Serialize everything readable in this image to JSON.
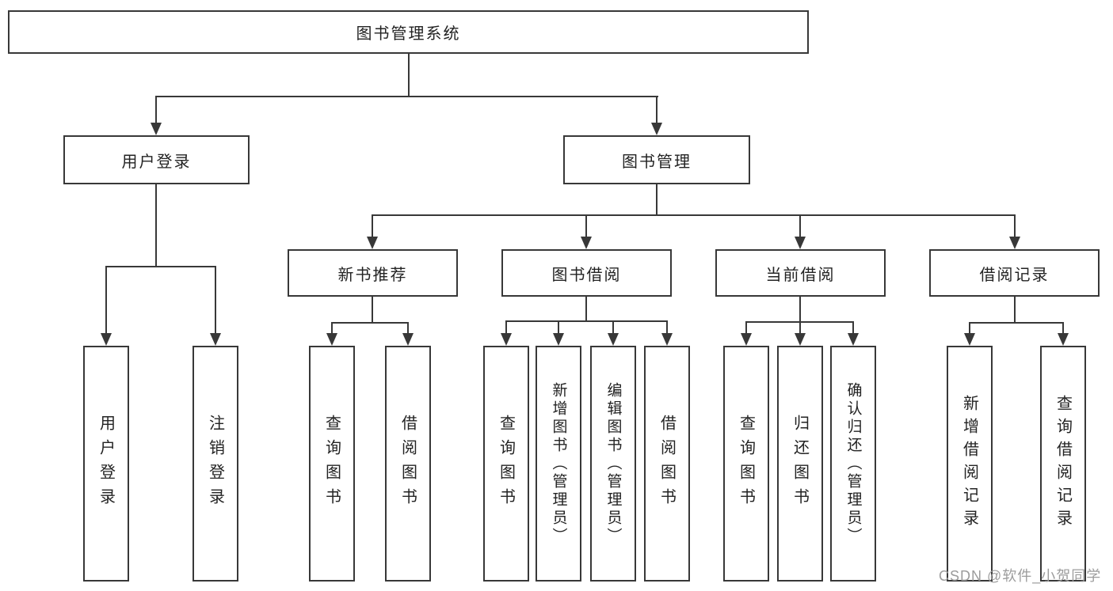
{
  "tree": {
    "root": "图书管理系统",
    "children": [
      {
        "label": "用户登录",
        "children": [
          {
            "label": "用户登录"
          },
          {
            "label": "注销登录"
          }
        ]
      },
      {
        "label": "图书管理",
        "children": [
          {
            "label": "新书推荐",
            "children": [
              {
                "label": "查询图书"
              },
              {
                "label": "借阅图书"
              }
            ]
          },
          {
            "label": "图书借阅",
            "children": [
              {
                "label": "查询图书"
              },
              {
                "label": "新增图书（管理员）"
              },
              {
                "label": "编辑图书（管理员）"
              },
              {
                "label": "借阅图书"
              }
            ]
          },
          {
            "label": "当前借阅",
            "children": [
              {
                "label": "查询图书"
              },
              {
                "label": "归还图书"
              },
              {
                "label": "确认归还（管理员）"
              }
            ]
          },
          {
            "label": "借阅记录",
            "children": [
              {
                "label": "新增借阅记录"
              },
              {
                "label": "查询借阅记录"
              }
            ]
          }
        ]
      }
    ]
  },
  "watermark": {
    "text": "CSDN @软件_小贺同学"
  },
  "colors": {
    "line": "#383838",
    "text": "#232323",
    "watermark": "#9c9c9c",
    "background": "#ffffff"
  }
}
